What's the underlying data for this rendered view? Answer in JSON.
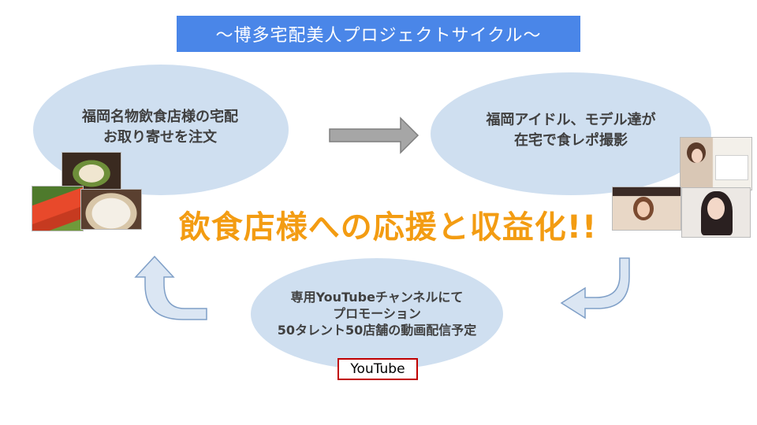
{
  "title": "～博多宅配美人プロジェクトサイクル～",
  "steps": {
    "order": {
      "line1": "福岡名物飲食店様の宅配",
      "line2": "お取り寄せを注文"
    },
    "shoot": {
      "line1": "福岡アイドル、モデル達が",
      "line2": "在宅で食レポ撮影"
    },
    "promo": {
      "line1": "専用YouTubeチャンネルにて",
      "line2": "プロモーション",
      "line3": "50タレント50店舗の動画配信予定"
    }
  },
  "headline": "飲食店様への応援と収益化!!",
  "youtube_button": "YouTube",
  "colors": {
    "banner": "#4a86e8",
    "ellipse": "#cfdff0",
    "headline": "#f39c12",
    "arrow_fill": "#a6a6a6",
    "arrow_blue": "#dbe6f3"
  }
}
